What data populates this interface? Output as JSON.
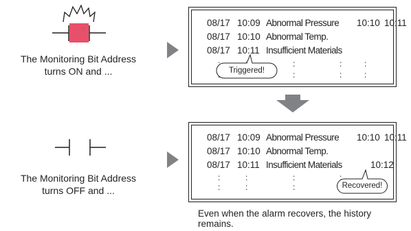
{
  "top": {
    "caption_line1": "The Monitoring Bit Address",
    "caption_line2": "turns ON and ...",
    "rows": [
      {
        "date": "08/17",
        "time": "10:09",
        "message": "Abnormal Pressure",
        "t1": "10:10",
        "t2": "10:11"
      },
      {
        "date": "08/17",
        "time": "10:10",
        "message": "Abnormal Temp.",
        "t1": "",
        "t2": ""
      },
      {
        "date": "08/17",
        "time": "10:11",
        "message": "Insufficient Materials",
        "t1": "",
        "t2": ""
      }
    ],
    "callout": "Triggered!"
  },
  "bottom": {
    "caption_line1": "The Monitoring Bit Address",
    "caption_line2": "turns OFF and ...",
    "rows": [
      {
        "date": "08/17",
        "time": "10:09",
        "message": "Abnormal Pressure",
        "t1": "10:10",
        "t2": "10:11"
      },
      {
        "date": "08/17",
        "time": "10:10",
        "message": "Abnormal Temp.",
        "t1": "",
        "t2": ""
      },
      {
        "date": "08/17",
        "time": "10:11",
        "message": "Insufficient Materials",
        "t1": "10:12",
        "t2": ""
      }
    ],
    "callout": "Recovered!",
    "note_line1": "Even when the alarm recovers, the history",
    "note_line2": "remains."
  },
  "colors": {
    "lamp_on": "#e8506a",
    "arrow": "#808285",
    "line": "#231f20"
  },
  "icons": {
    "top_symbol": "relay-contact-on-icon",
    "bottom_symbol": "relay-contact-off-icon"
  }
}
